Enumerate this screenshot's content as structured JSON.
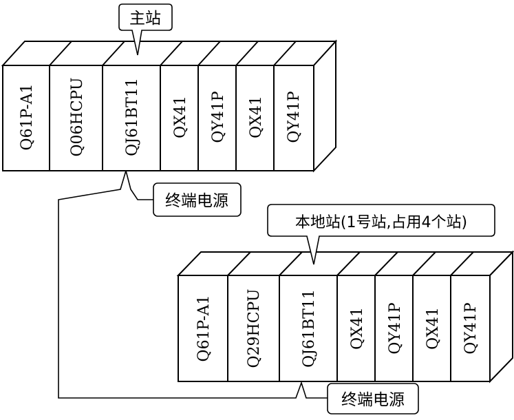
{
  "master": {
    "callout": "主站",
    "terminator": "终端电源",
    "modules": [
      "Q61P-A1",
      "Q06HCPU",
      "QJ61BT11",
      "QX41",
      "QY41P",
      "QX41",
      "QY41P"
    ]
  },
  "local": {
    "callout": "本地站(1号站,占用4个站)",
    "terminator": "终端电源",
    "modules": [
      "Q61P-A1",
      "Q29HCPU",
      "QJ61BT11",
      "QX41",
      "QY41P",
      "QX41",
      "QY41P"
    ]
  }
}
